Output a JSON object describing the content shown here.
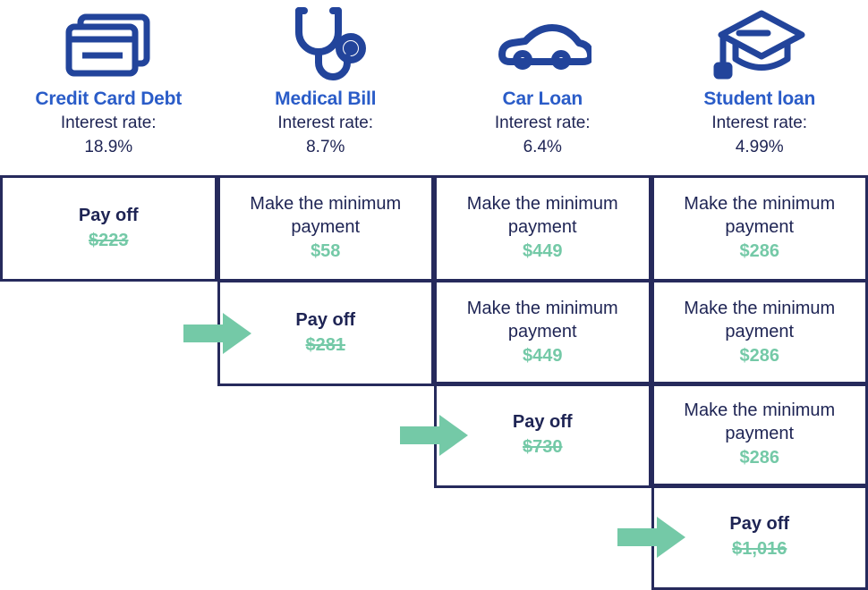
{
  "header": {
    "columns": [
      {
        "icon": "credit-cards-icon",
        "name": "Credit Card Debt",
        "rate_label": "Interest rate:",
        "rate_value": "18.9%"
      },
      {
        "icon": "stethoscope-icon",
        "name": "Medical Bill",
        "rate_label": "Interest rate:",
        "rate_value": "8.7%"
      },
      {
        "icon": "car-icon",
        "name": "Car Loan",
        "rate_label": "Interest rate:",
        "rate_value": "6.4%"
      },
      {
        "icon": "graduation-cap-icon",
        "name": "Student loan",
        "rate_label": "Interest rate:",
        "rate_value": "4.99%"
      }
    ]
  },
  "colors": {
    "accent_blue": "#2a5cc8",
    "navy": "#1e2454",
    "border_navy": "#262a5c",
    "green": "#74c9a7",
    "icon_blue": "#22449b"
  },
  "rows": [
    {
      "arrow": null,
      "cells": [
        {
          "present": true,
          "action": "Pay off",
          "amount": "$223",
          "struck": true,
          "bold": true
        },
        {
          "present": true,
          "action": "Make the minimum payment",
          "amount": "$58",
          "struck": false,
          "bold": false
        },
        {
          "present": true,
          "action": "Make the minimum payment",
          "amount": "$449",
          "struck": false,
          "bold": false
        },
        {
          "present": true,
          "action": "Make the minimum payment",
          "amount": "$286",
          "struck": false,
          "bold": false
        }
      ]
    },
    {
      "arrow": {
        "target_column": 1,
        "name": "flow-arrow-to-medical-bill"
      },
      "cells": [
        {
          "present": false,
          "action": "",
          "amount": "",
          "struck": false,
          "bold": false
        },
        {
          "present": true,
          "action": "Pay off",
          "amount": "$281",
          "struck": true,
          "bold": true
        },
        {
          "present": true,
          "action": "Make the minimum payment",
          "amount": "$449",
          "struck": false,
          "bold": false
        },
        {
          "present": true,
          "action": "Make the minimum payment",
          "amount": "$286",
          "struck": false,
          "bold": false
        }
      ]
    },
    {
      "arrow": {
        "target_column": 2,
        "name": "flow-arrow-to-car-loan"
      },
      "cells": [
        {
          "present": false,
          "action": "",
          "amount": "",
          "struck": false,
          "bold": false
        },
        {
          "present": false,
          "action": "",
          "amount": "",
          "struck": false,
          "bold": false
        },
        {
          "present": true,
          "action": "Pay off",
          "amount": "$730",
          "struck": true,
          "bold": true
        },
        {
          "present": true,
          "action": "Make the minimum payment",
          "amount": "$286",
          "struck": false,
          "bold": false
        }
      ]
    },
    {
      "arrow": {
        "target_column": 3,
        "name": "flow-arrow-to-student-loan"
      },
      "cells": [
        {
          "present": false,
          "action": "",
          "amount": "",
          "struck": false,
          "bold": false
        },
        {
          "present": false,
          "action": "",
          "amount": "",
          "struck": false,
          "bold": false
        },
        {
          "present": false,
          "action": "",
          "amount": "",
          "struck": false,
          "bold": false
        },
        {
          "present": true,
          "action": "Pay off",
          "amount": "$1,016",
          "struck": true,
          "bold": true
        }
      ]
    }
  ]
}
